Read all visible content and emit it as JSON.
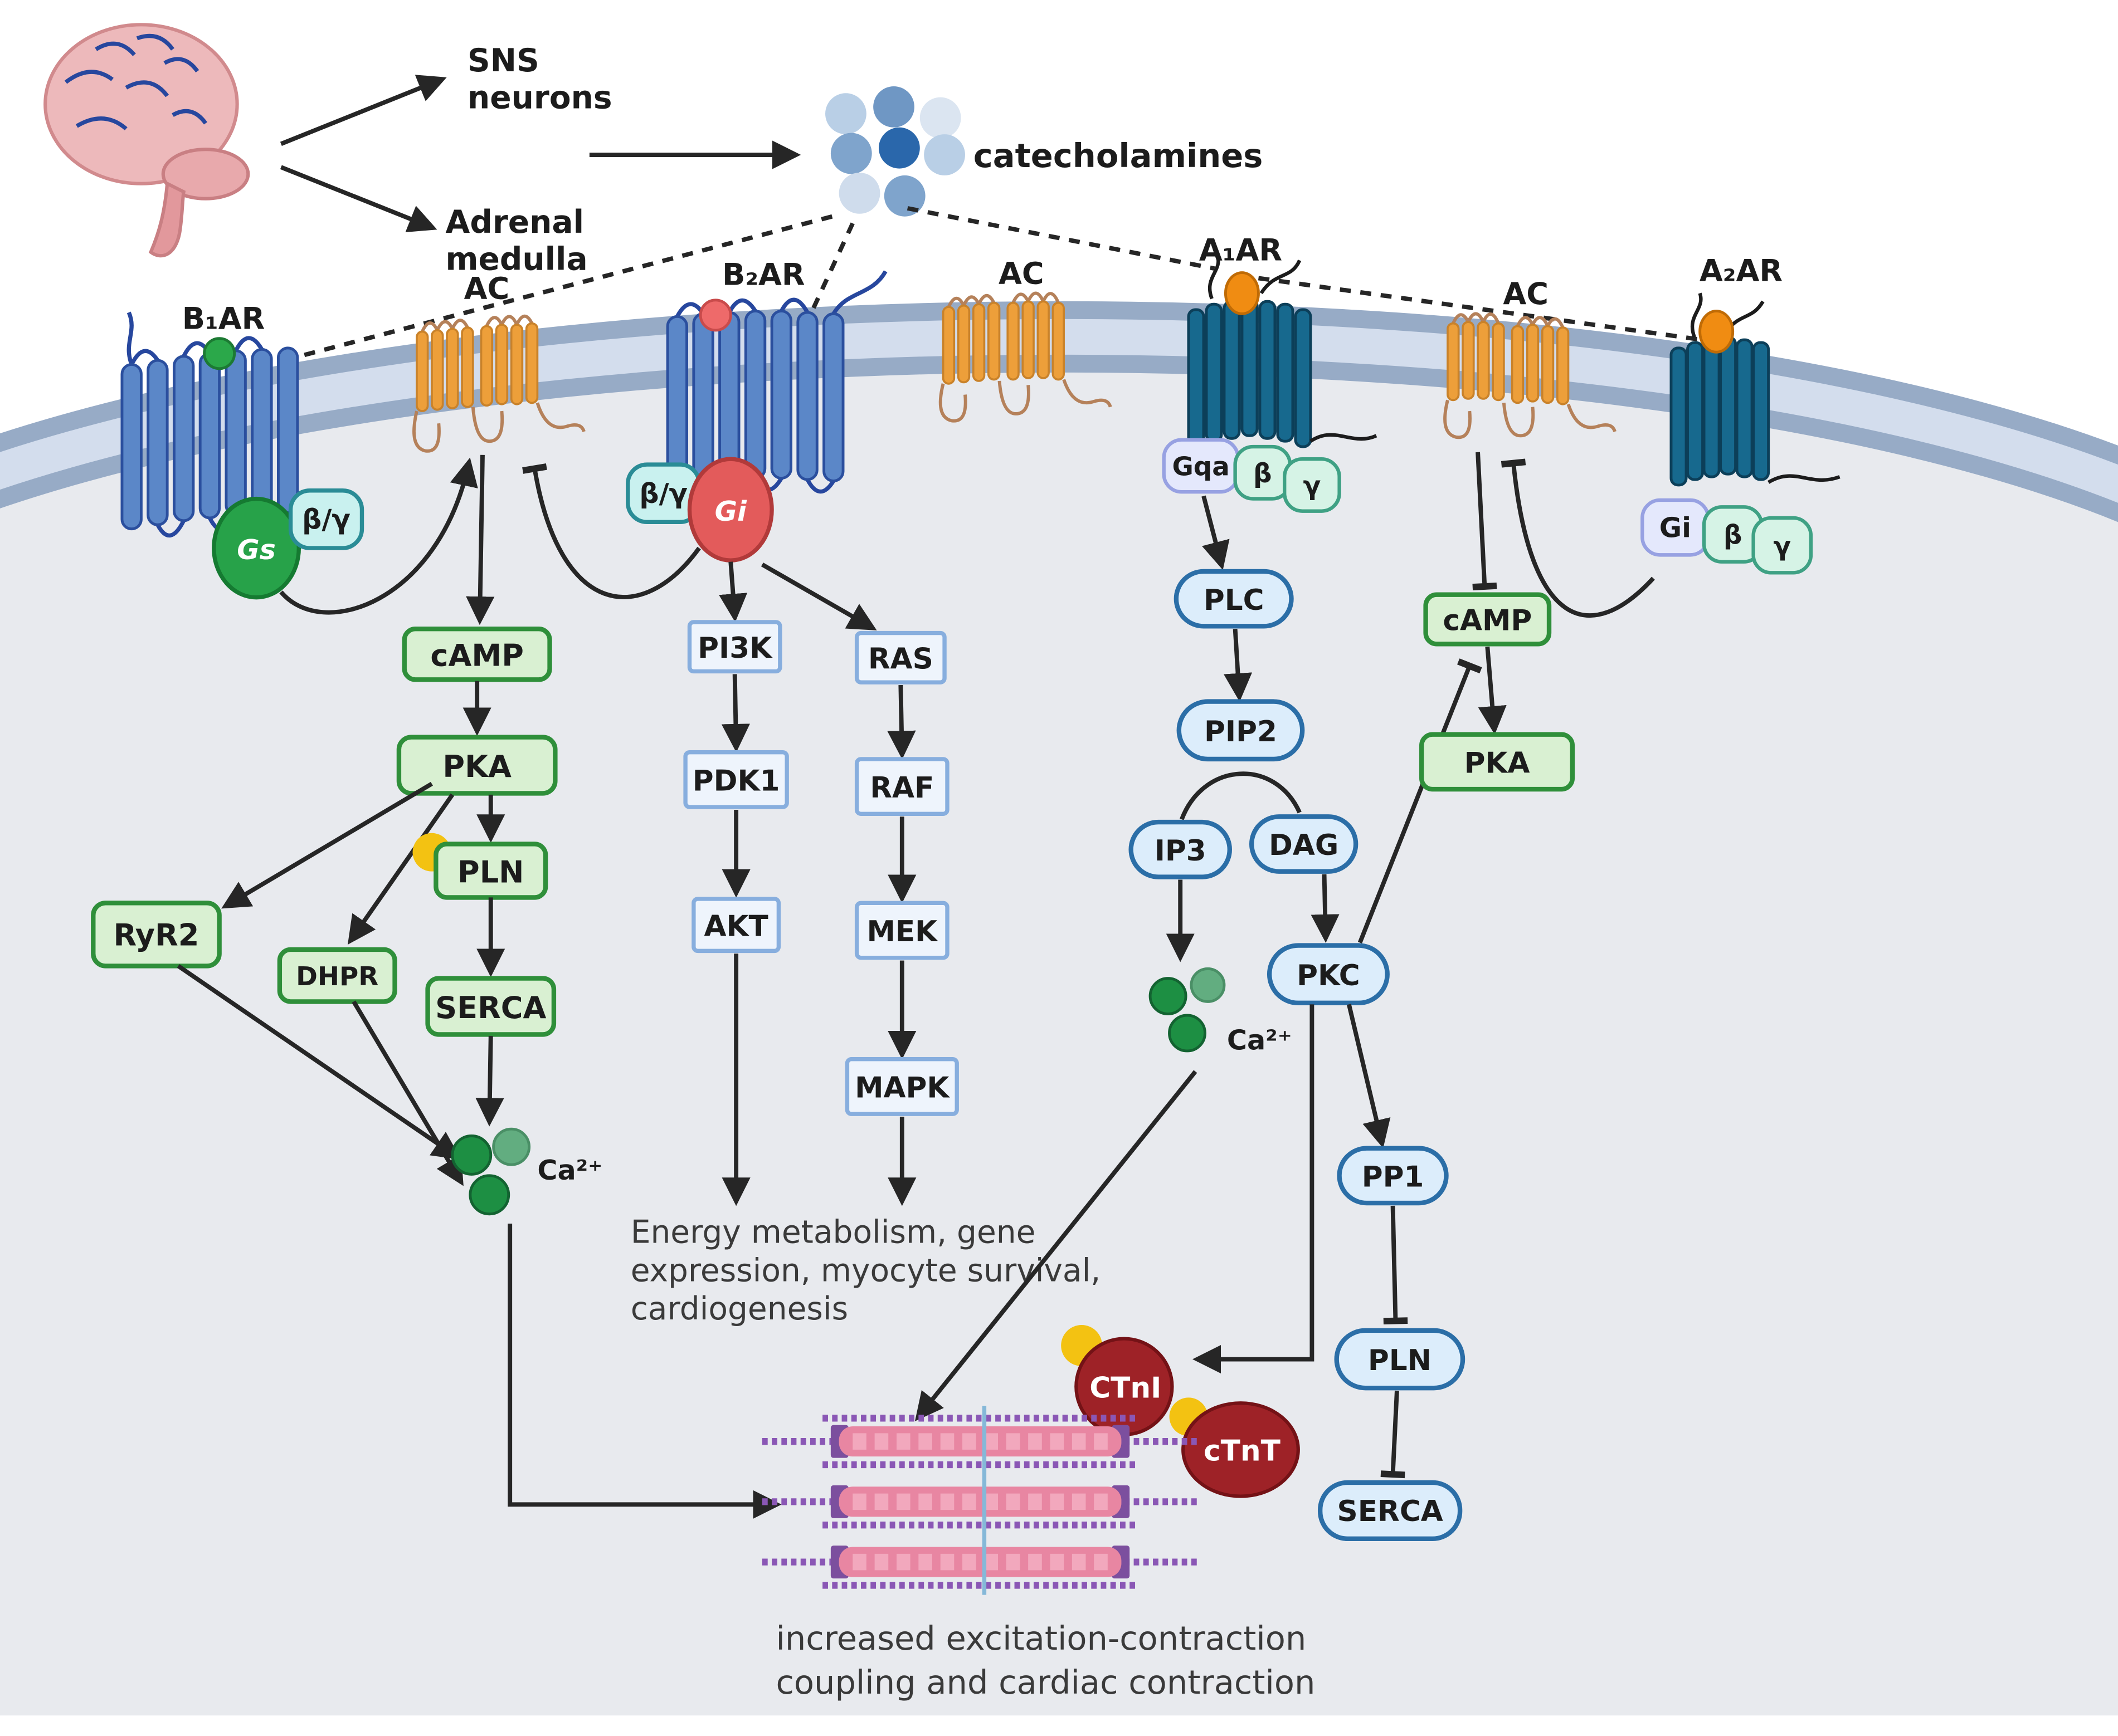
{
  "header": {
    "sns_line1": "SNS",
    "sns_line2": "neurons",
    "adrenal_line1": "Adrenal",
    "adrenal_line2": "medulla",
    "catecholamines": "catecholamines"
  },
  "receptors": {
    "b1ar": "B₁AR",
    "b2ar": "B₂AR",
    "a1ar": "A₁AR",
    "a2ar": "A₂AR",
    "ac": "AC"
  },
  "g_proteins": {
    "gs": "Gs",
    "beta_gamma": "β/γ",
    "gi": "Gi",
    "gqa": "Gqa",
    "beta": "β",
    "gamma": "γ"
  },
  "nodes": {
    "camp": "cAMP",
    "pka": "PKA",
    "pln": "PLN",
    "ryr2": "RyR2",
    "dhpr": "DHPR",
    "serca": "SERCA",
    "ca": "Ca²⁺",
    "pi3k": "PI3K",
    "pdk1": "PDK1",
    "akt": "AKT",
    "ras": "RAS",
    "raf": "RAF",
    "mek": "MEK",
    "mapk": "MAPK",
    "plc": "PLC",
    "pip2": "PIP2",
    "ip3": "IP3",
    "dag": "DAG",
    "pkc": "PKC",
    "pp1": "PP1",
    "ctni": "CTnI",
    "ctnt": "cTnT"
  },
  "captions": {
    "energy_line1": "Energy metabolism, gene",
    "energy_line2": "expression, myocyte survival,",
    "energy_line3": "cardiogenesis",
    "contraction_line1": "increased excitation-contraction",
    "contraction_line2": "coupling and cardiac contraction"
  },
  "colors": {
    "cytosol": "#e8eaee",
    "membrane_dark": "#97abc6",
    "membrane_light": "#d3dded",
    "green_box_fill": "#d9f0d2",
    "green_box_border": "#2f8f3a",
    "blue_box_fill": "#eef4fc",
    "blue_box_border": "#87aede",
    "pill_fill": "#dcedfb",
    "pill_border": "#2b6ea7",
    "gs_green": "#27a249",
    "gi_red": "#e35b5b",
    "beta_gamma_cyan": "#c9f1ef",
    "lavender": "#e4e8fc",
    "mint": "#d6f3e6",
    "receptor_blue": "#5b87c8",
    "receptor_teal": "#17698e",
    "ac_orange": "#ed9f3a",
    "ligand_orange": "#f08c12",
    "ligand_green": "#2ba84a",
    "ligand_pink": "#ee6a6a",
    "phospho_yellow": "#f3c212",
    "troponin_red": "#9e2227",
    "calcium_green": "#1d8f43",
    "brain_pink": "#edb9bb",
    "arrow_black": "#262626"
  }
}
